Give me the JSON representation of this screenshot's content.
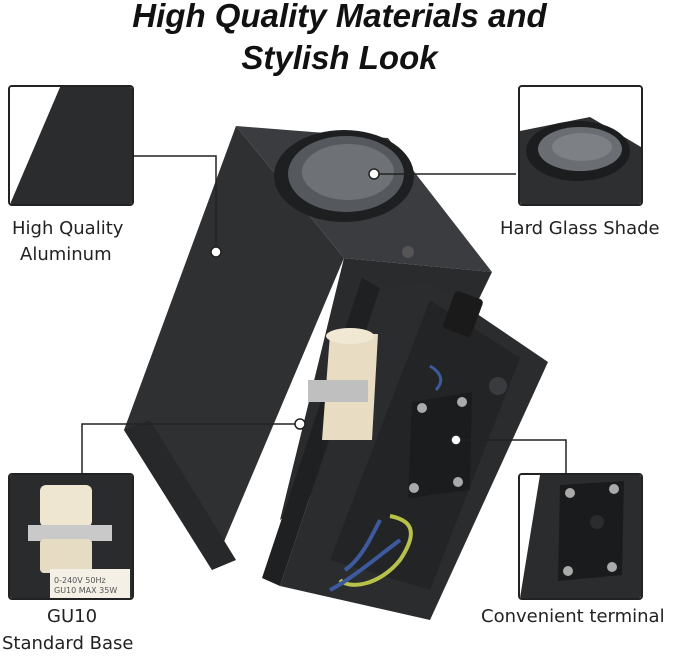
{
  "title": {
    "line1": "High Quality Materials and",
    "line2": "Stylish Look"
  },
  "callouts": {
    "aluminum": {
      "line1": "High Quality",
      "line2": "Aluminum"
    },
    "glass": {
      "line1": "Hard Glass Shade"
    },
    "base": {
      "line1": "GU10",
      "line2": "Standard Base"
    },
    "terminal": {
      "line1": "Convenient terminal"
    }
  },
  "base_inset_text": {
    "line1": "0-240V 50Hz",
    "line2": "GU10 MAX 35W"
  },
  "colors": {
    "housing": "#2b2c2e",
    "housing_light": "#3a3b3e",
    "lens": "#6e7276",
    "socket": "#e8dcc2",
    "wire_green_yellow": "#b8c24a",
    "wire_blue": "#3d5a9e",
    "leader_line": "#222222"
  }
}
